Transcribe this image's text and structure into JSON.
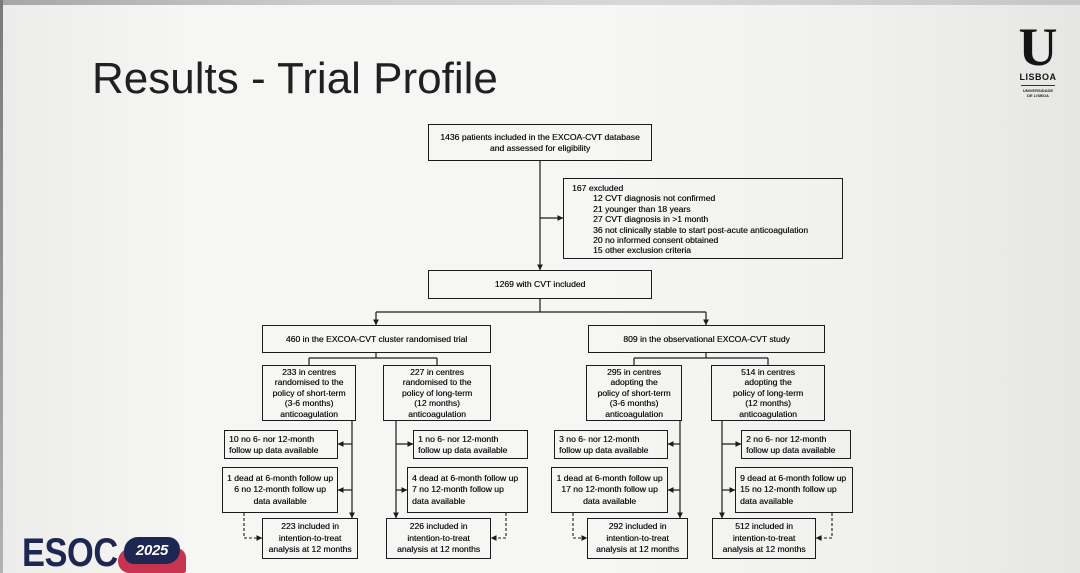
{
  "slide": {
    "title": "Results - Trial Profile"
  },
  "logos": {
    "ulisboa": {
      "mark": "U",
      "name": "LISBOA",
      "tagline": "UNIVERSIDADE\nDE LISBOA"
    },
    "esoc": {
      "name": "ESOC",
      "year": "2025"
    }
  },
  "flowchart": {
    "assessed": "1436 patients included in the EXCOA-CVT database\nand assessed for eligibility",
    "excluded": {
      "header": "167 excluded",
      "reasons": [
        "12 CVT diagnosis not confirmed",
        "21 younger than 18 years",
        "27 CVT diagnosis in >1 month",
        "36 not clinically stable to start post-acute anticoagulation",
        "20 no informed consent obtained",
        "15 other exclusion criteria"
      ]
    },
    "included": "1269 with CVT included",
    "studies": [
      {
        "label": "460 in the EXCOA-CVT cluster randomised trial"
      },
      {
        "label": "809 in the observational EXCOA-CVT study"
      }
    ],
    "arms": [
      {
        "allocation": "233 in centres\nrandomised to the\npolicy of short-term\n(3-6 months)\nanticoagulation",
        "no_follow_up": "10 no 6- nor 12-month\nfollow up data available",
        "dead_or_missing": "1 dead at 6-month follow up\n6 no 12-month follow up\ndata available",
        "analysed": "223 included in\nintention-to-treat\nanalysis at 12 months"
      },
      {
        "allocation": "227 in centres\nrandomised to the\npolicy of long-term\n(12 months)\nanticoagulation",
        "no_follow_up": "1 no 6- nor 12-month\nfollow up data available",
        "dead_or_missing": "4 dead at 6-month follow up\n7 no 12-month follow up\ndata available",
        "analysed": "226 included in\nintention-to-treat\nanalysis at 12 months"
      },
      {
        "allocation": "295 in centres\nadopting the\npolicy of short-term\n(3-6 months)\nanticoagulation",
        "no_follow_up": "3 no 6- nor 12-month\nfollow up data available",
        "dead_or_missing": "1 dead at 6-month follow up\n17 no 12-month follow up\ndata available",
        "analysed": "292 included in\nintention-to-treat\nanalysis at 12 months"
      },
      {
        "allocation": "514 in centres\nadopting the\npolicy of long-term\n(12 months)\nanticoagulation",
        "no_follow_up": "2 no 6- nor 12-month\nfollow up data available",
        "dead_or_missing": "9 dead at 6-month follow up\n15 no 12-month follow up\ndata available",
        "analysed": "512 included in\nintention-to-treat\nanalysis at 12 months"
      }
    ]
  },
  "colors": {
    "slide_bg": "#f6f6f4",
    "text": "#141414",
    "line": "#1c1c1c",
    "esoc_navy": "#1d2752",
    "esoc_red": "#c7344f"
  }
}
